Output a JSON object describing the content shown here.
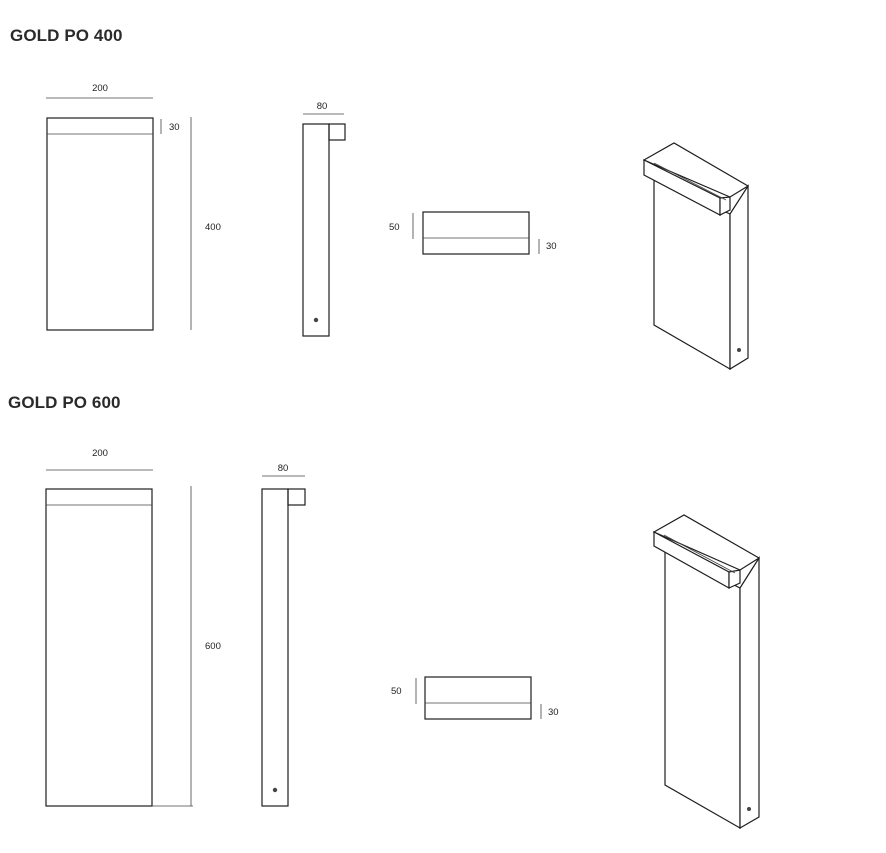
{
  "models": [
    {
      "name": "GOLD PO 400",
      "dims": {
        "width": "200",
        "head": "30",
        "height": "400",
        "depth": "80",
        "top_depth": "50",
        "top_head": "30"
      }
    },
    {
      "name": "GOLD PO 600",
      "dims": {
        "width": "200",
        "head": "30",
        "height": "600",
        "depth": "80",
        "top_depth": "50",
        "top_head": "30"
      }
    }
  ],
  "colors": {
    "line": "#1e1e1e",
    "title": "#2b2b2b",
    "background": "#ffffff"
  }
}
